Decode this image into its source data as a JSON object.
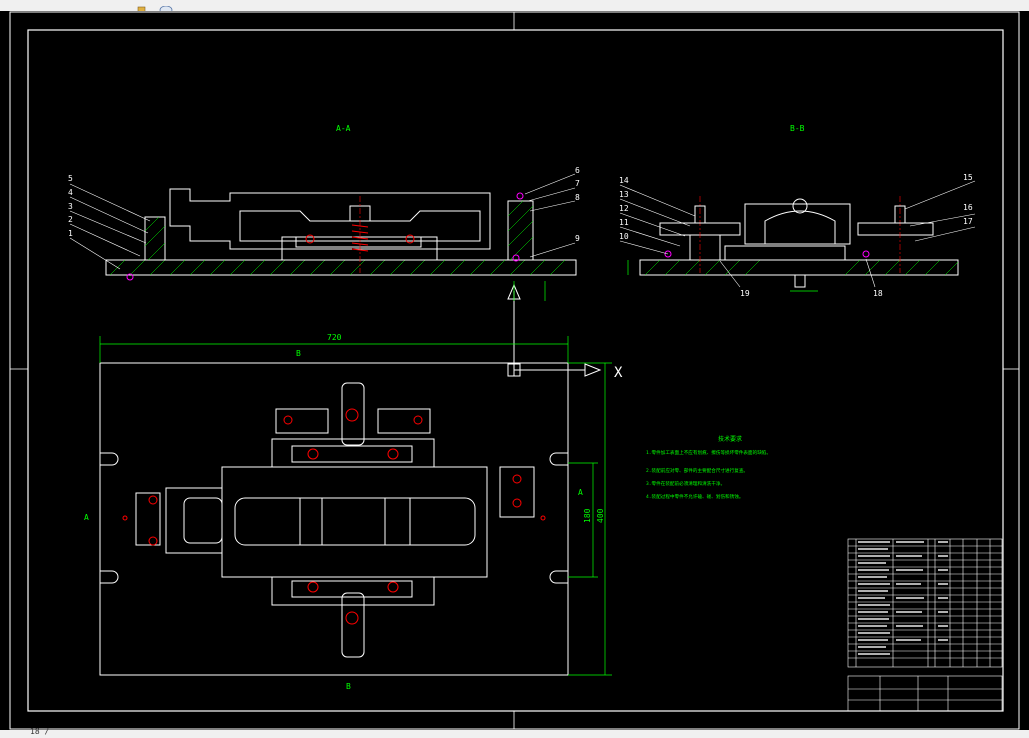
{
  "toolbar": {
    "icons": [
      "paint-icon",
      "shield-icon"
    ]
  },
  "status": {
    "cursor_text": "18 /"
  },
  "colors": {
    "background": "#000000",
    "outline": "#ffffff",
    "dimension": "#00ff00",
    "centerline": "#ff0000",
    "accent": "#ff00ff",
    "note_text": "#00ff00"
  },
  "section_views": {
    "aa_title": "A-A",
    "bb_title": "B-B"
  },
  "part_labels_left": [
    "5",
    "4",
    "3",
    "2",
    "1"
  ],
  "part_labels_mid": [
    "6",
    "7",
    "8",
    "9"
  ],
  "part_labels_bb_left": [
    "14",
    "13",
    "12",
    "11",
    "10"
  ],
  "part_labels_bb_right": [
    "15",
    "16",
    "17"
  ],
  "part_labels_bb_bottom": [
    "19",
    "18"
  ],
  "dimensions": {
    "overall_length": "720",
    "overall_height": "400",
    "inner_height": "180",
    "section_b_top": "B",
    "section_b_bottom": "B",
    "section_a_left": "A",
    "section_a_right": "A",
    "axis_x": "X"
  },
  "tech_requirements": {
    "title": "技术要求",
    "lines": [
      "1.零件加工表面上不应有划痕、擦伤等损坏零件表面的缺陷。",
      "2.装配前应对零、部件的主要配合尺寸进行复查。",
      "3.零件在装配前必须清理和清洗干净。",
      "4.装配过程中零件不允许磕、碰、划伤和锈蚀。"
    ]
  },
  "title_block": {
    "rows": 18
  }
}
